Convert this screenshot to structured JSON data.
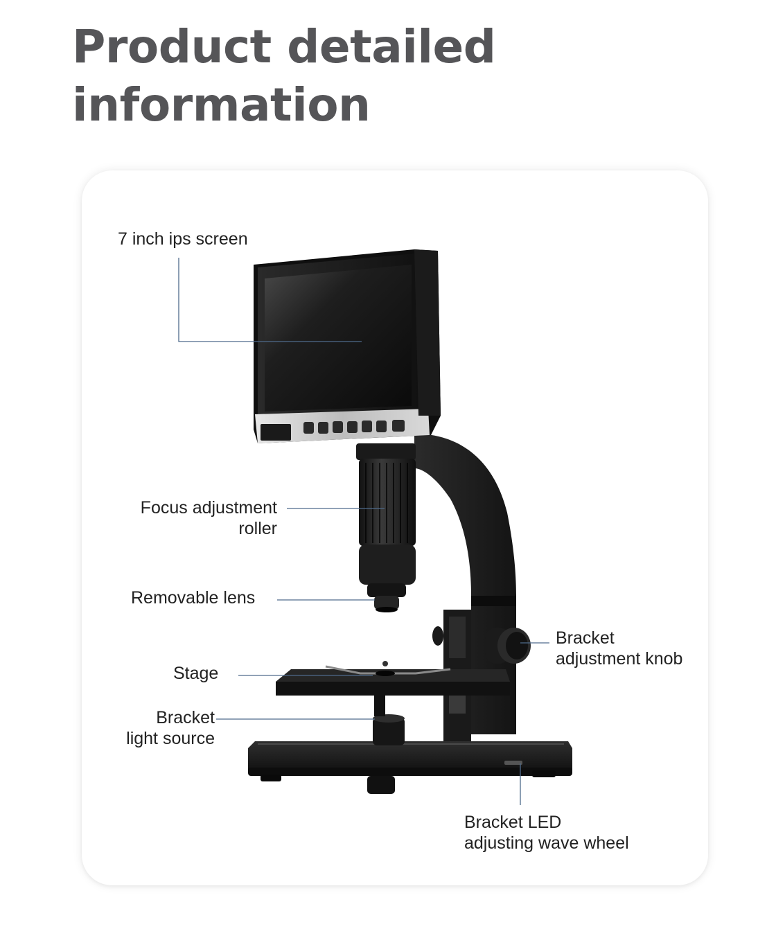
{
  "heading": {
    "line1": "Product detailed",
    "line2": "information"
  },
  "labels": {
    "screen": "7 inch ips screen",
    "focus_line1": "Focus adjustment",
    "focus_line2": "roller",
    "lens": "Removable lens",
    "stage": "Stage",
    "light_line1": "Bracket",
    "light_line2": "light source",
    "knob_line1": "Bracket",
    "knob_line2": "adjustment knob",
    "wheel_line1": "Bracket LED",
    "wheel_line2": "adjusting wave wheel"
  },
  "colors": {
    "heading": "#555558",
    "leader_line": "#4f6b8c",
    "device_body": "#1c1c1c"
  }
}
